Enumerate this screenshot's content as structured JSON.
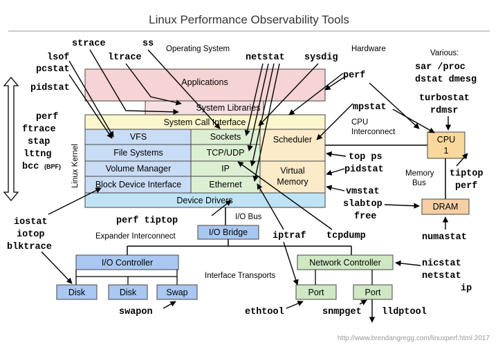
{
  "title": "Linux Performance Observability Tools",
  "footer": "http://www.brendangregg.com/linuxperf.html 2017",
  "sections": {
    "os": "Operating System",
    "hw": "Hardware",
    "kernel": "Linux Kernel",
    "various": "Various:",
    "cpu_interconnect_1": "CPU",
    "cpu_interconnect_2": "Interconnect",
    "memory_bus_1": "Memory",
    "memory_bus_2": "Bus",
    "io_bus": "I/O Bus",
    "expander": "Expander Interconnect",
    "transports": "Interface Transports"
  },
  "boxes": {
    "applications": "Applications",
    "system_libraries": "System Libraries",
    "syscall": "System Call Interface",
    "vfs": "VFS",
    "sockets": "Sockets",
    "scheduler": "Scheduler",
    "filesystems": "File Systems",
    "tcpudp": "TCP/UDP",
    "volume_manager": "Volume Manager",
    "ip": "IP",
    "virtual_memory_1": "Virtual",
    "virtual_memory_2": "Memory",
    "block_device": "Block Device Interface",
    "ethernet": "Ethernet",
    "device_drivers": "Device Drivers",
    "io_bridge": "I/O Bridge",
    "io_controller": "I/O Controller",
    "disk1": "Disk",
    "disk2": "Disk",
    "swap": "Swap",
    "network_controller": "Network Controller",
    "port1": "Port",
    "port2": "Port",
    "cpu_1": "CPU",
    "cpu_2": "1",
    "dram": "DRAM"
  },
  "tools": {
    "strace": "strace",
    "ss": "ss",
    "ltrace": "ltrace",
    "lsof": "lsof",
    "pcstat": "pcstat",
    "pidstat_left": "pidstat",
    "perf_left": "perf",
    "ftrace": "ftrace",
    "stap": "stap",
    "lttng": "lttng",
    "bcc": "bcc",
    "bpf": "(BPF)",
    "netstat": "netstat",
    "sysdig": "sysdig",
    "perf_top": "perf",
    "sar_proc": "sar /proc",
    "dstat_dmesg": "dstat dmesg",
    "turbostat": "turbostat",
    "rdmsr": "rdmsr",
    "mpstat": "mpstat",
    "top_ps": "top ps",
    "pidstat_right": "pidstat",
    "tiptop": "tiptop",
    "perf_right": "perf",
    "vmstat": "vmstat",
    "slabtop": "slabtop",
    "free": "free",
    "numastat": "numastat",
    "iostat": "iostat",
    "iotop": "iotop",
    "blktrace": "blktrace",
    "perf_tiptop": "perf tiptop",
    "iptraf": "iptraf",
    "tcpdump": "tcpdump",
    "nicstat": "nicstat",
    "netstat_right": "netstat",
    "ip": "ip",
    "swapon": "swapon",
    "ethtool": "ethtool",
    "snmpget": "snmpget",
    "lldptool": "lldptool"
  },
  "colors": {
    "applications": "#f6d3d4",
    "system_libraries": "#f5dfe0",
    "syscall": "#fbf6cc",
    "fs_column": "#c9dcf5",
    "net_column": "#dcefd2",
    "sched_column": "#fcebc9",
    "device_drivers": "#bfe3f4",
    "io_controller": "#a9c7f0",
    "network_controller": "#cfe8c3",
    "cpu": "#f8d89d",
    "dram": "#f7cfa4"
  }
}
